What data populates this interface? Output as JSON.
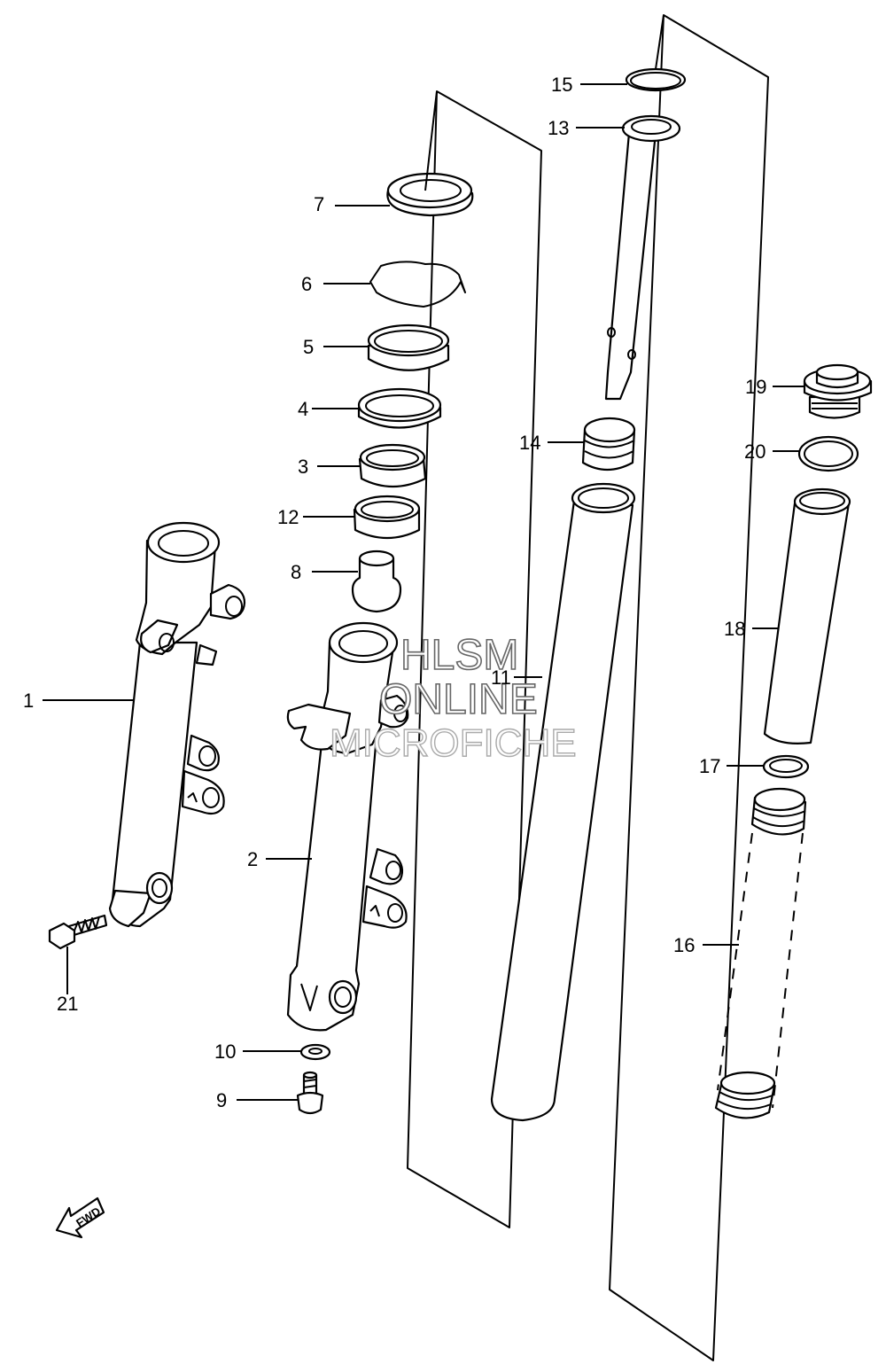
{
  "callouts": {
    "c1": "1",
    "c2": "2",
    "c3": "3",
    "c4": "4",
    "c5": "5",
    "c6": "6",
    "c7": "7",
    "c8": "8",
    "c9": "9",
    "c10": "10",
    "c11": "11",
    "c12": "12",
    "c13": "13",
    "c14": "14",
    "c15": "15",
    "c16": "16",
    "c17": "17",
    "c18": "18",
    "c19": "19",
    "c20": "20",
    "c21": "21"
  },
  "watermark": {
    "line1": "HLSM",
    "line2": "ONLINE",
    "line3": "MICROFICHE"
  },
  "fwd_label": "FWD"
}
